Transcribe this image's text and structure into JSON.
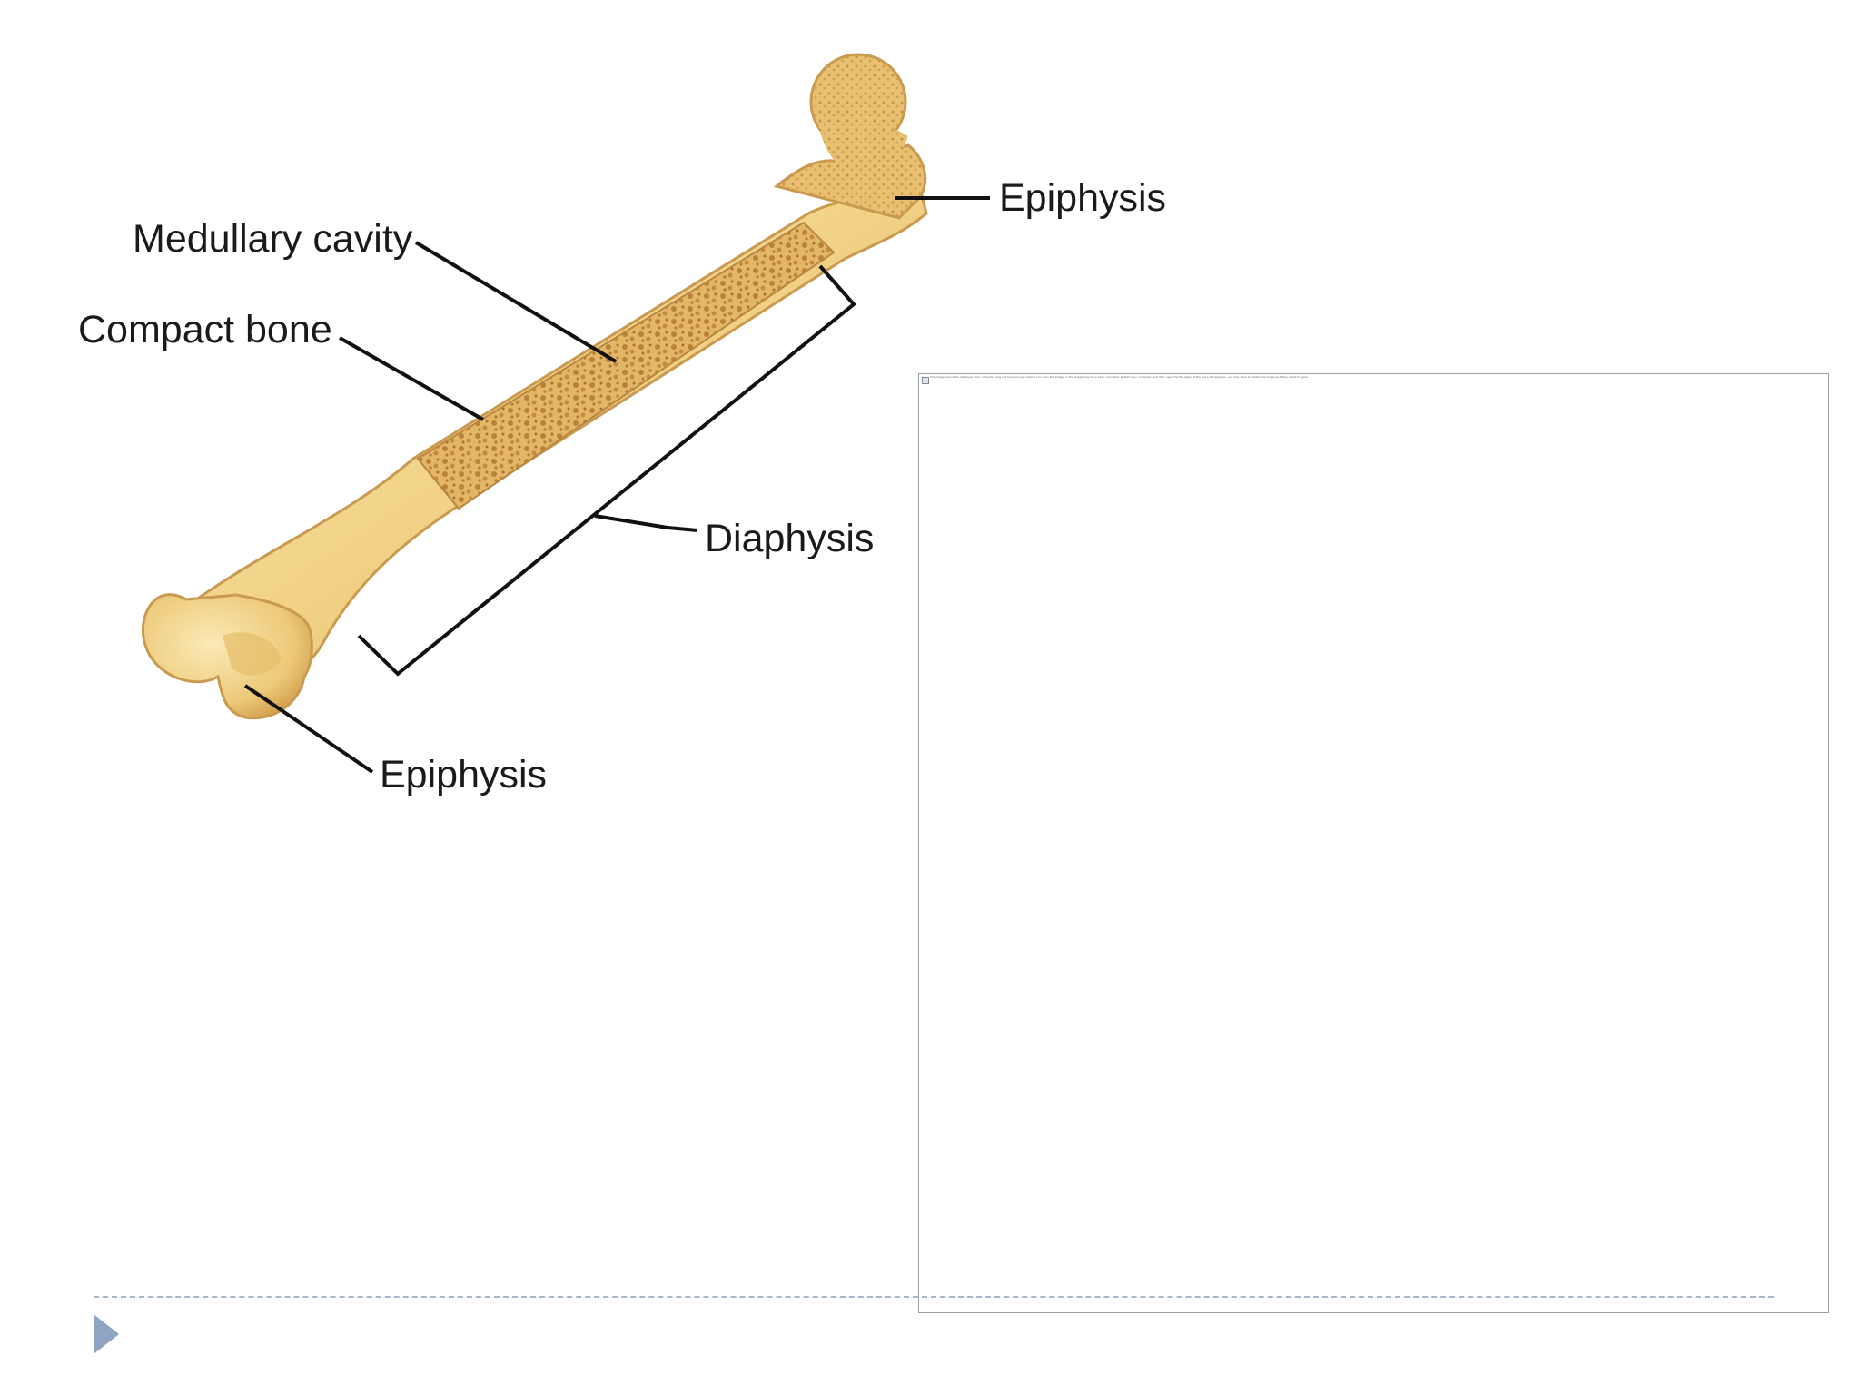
{
  "diagram": {
    "labels": {
      "epiphysis_top": "Epiphysis",
      "medullary_cavity": "Medullary cavity",
      "compact_bone": "Compact bone",
      "diaphysis": "Diaphysis",
      "epiphysis_bottom": "Epiphysis"
    },
    "colors": {
      "bone_light": "#f4dc97",
      "bone_mid": "#e7c373",
      "bone_dark": "#c9953f",
      "spongy": "#d9a64c",
      "leader_line": "#111111"
    }
  },
  "image_placeholder": {
    "message": "The image cannot be displayed. Your computer may not have enough memory to open the image, or the image may have been corrupted. Restart your computer, and then open the file again. If the red x still appears, you may have to delete the image and then insert it again."
  },
  "slide": {
    "divider_style": "dashed",
    "bullet_color": "#8ea4c2"
  }
}
